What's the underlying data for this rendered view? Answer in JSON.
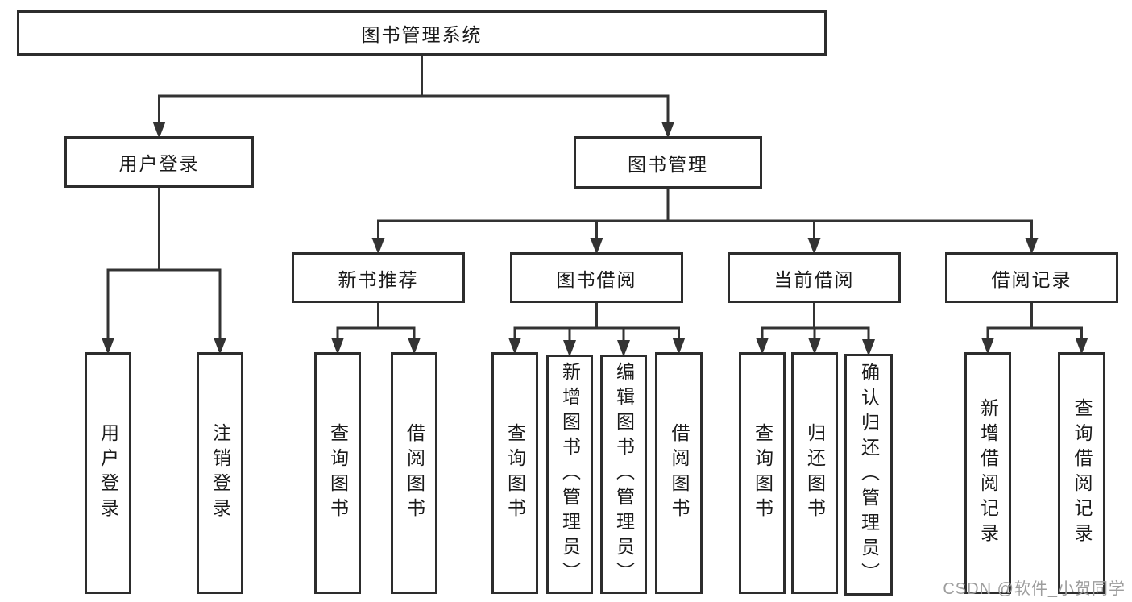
{
  "nodes": {
    "root": {
      "label": "图书管理系统"
    },
    "user_login_group": {
      "label": "用户登录"
    },
    "book_management": {
      "label": "图书管理"
    },
    "new_book_rec": {
      "label": "新书推荐"
    },
    "book_borrowing": {
      "label": "图书借阅"
    },
    "current_borrow": {
      "label": "当前借阅"
    },
    "borrow_records": {
      "label": "借阅记录"
    },
    "leaf_user_login": {
      "label": "用户登录"
    },
    "leaf_logout": {
      "label": "注销登录"
    },
    "leaf_nb_query": {
      "label": "查询图书"
    },
    "leaf_nb_borrow": {
      "label": "借阅图书"
    },
    "leaf_bb_query": {
      "label": "查询图书"
    },
    "leaf_bb_add": {
      "label": "新增图书（管理员）"
    },
    "leaf_bb_edit": {
      "label": "编辑图书（管理员）"
    },
    "leaf_bb_borrow": {
      "label": "借阅图书"
    },
    "leaf_cb_query": {
      "label": "查询图书"
    },
    "leaf_cb_return": {
      "label": "归还图书"
    },
    "leaf_cb_confirm": {
      "label": "确认归还（管理员）"
    },
    "leaf_br_add": {
      "label": "新增借阅记录"
    },
    "leaf_br_query": {
      "label": "查询借阅记录"
    }
  },
  "edges": [
    {
      "from": "root",
      "to": [
        "user_login_group",
        "book_management"
      ]
    },
    {
      "from": "user_login_group",
      "to": [
        "leaf_user_login",
        "leaf_logout"
      ]
    },
    {
      "from": "book_management",
      "to": [
        "new_book_rec",
        "book_borrowing",
        "current_borrow",
        "borrow_records"
      ]
    },
    {
      "from": "new_book_rec",
      "to": [
        "leaf_nb_query",
        "leaf_nb_borrow"
      ]
    },
    {
      "from": "book_borrowing",
      "to": [
        "leaf_bb_query",
        "leaf_bb_add",
        "leaf_bb_edit",
        "leaf_bb_borrow"
      ]
    },
    {
      "from": "current_borrow",
      "to": [
        "leaf_cb_query",
        "leaf_cb_return",
        "leaf_cb_confirm"
      ]
    },
    {
      "from": "borrow_records",
      "to": [
        "leaf_br_add",
        "leaf_br_query"
      ]
    }
  ],
  "watermark": {
    "text": "CSDN @软件_小贺同学"
  },
  "colors": {
    "line": "#333333",
    "box_border": "#2d2d2d",
    "text": "#1a1a1a",
    "watermark": "#9d9d9d",
    "background": "#ffffff"
  }
}
